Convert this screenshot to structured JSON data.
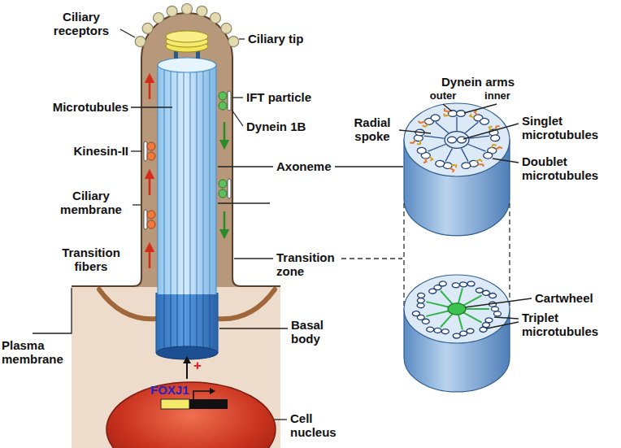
{
  "diagram": {
    "nodes": [
      {
        "text": [
          "FOXJ1"
        ]
      }
    ],
    "labels": [
      "Ciliary receptors",
      "Ciliary tip",
      "Microtubules",
      "IFT particle",
      "Dynein 1B",
      "Kinesin-II",
      "Ciliary membrane",
      "Axoneme",
      "Transition fibers",
      "Transition zone",
      "Basal body",
      "Plasma membrane",
      "Cell nucleus",
      "+",
      "Dynein arms",
      "outer",
      "inner",
      "Radial spoke",
      "Singlet microtubules",
      "Doublet microtubules",
      "Cartwheel",
      "Triplet microtubules"
    ]
  }
}
